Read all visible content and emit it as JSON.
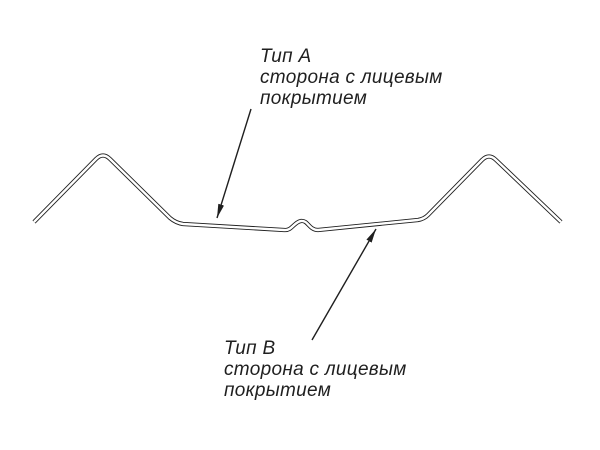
{
  "diagram": {
    "colors": {
      "line": "#1f1f1f",
      "background": "#ffffff"
    },
    "label_top": {
      "title": "Тип А",
      "line1": "сторона с лицевым",
      "line2": "покрытием"
    },
    "label_bottom": {
      "title": "Тип В",
      "line1": "сторона с лицевым",
      "line2": "покрытием"
    }
  }
}
